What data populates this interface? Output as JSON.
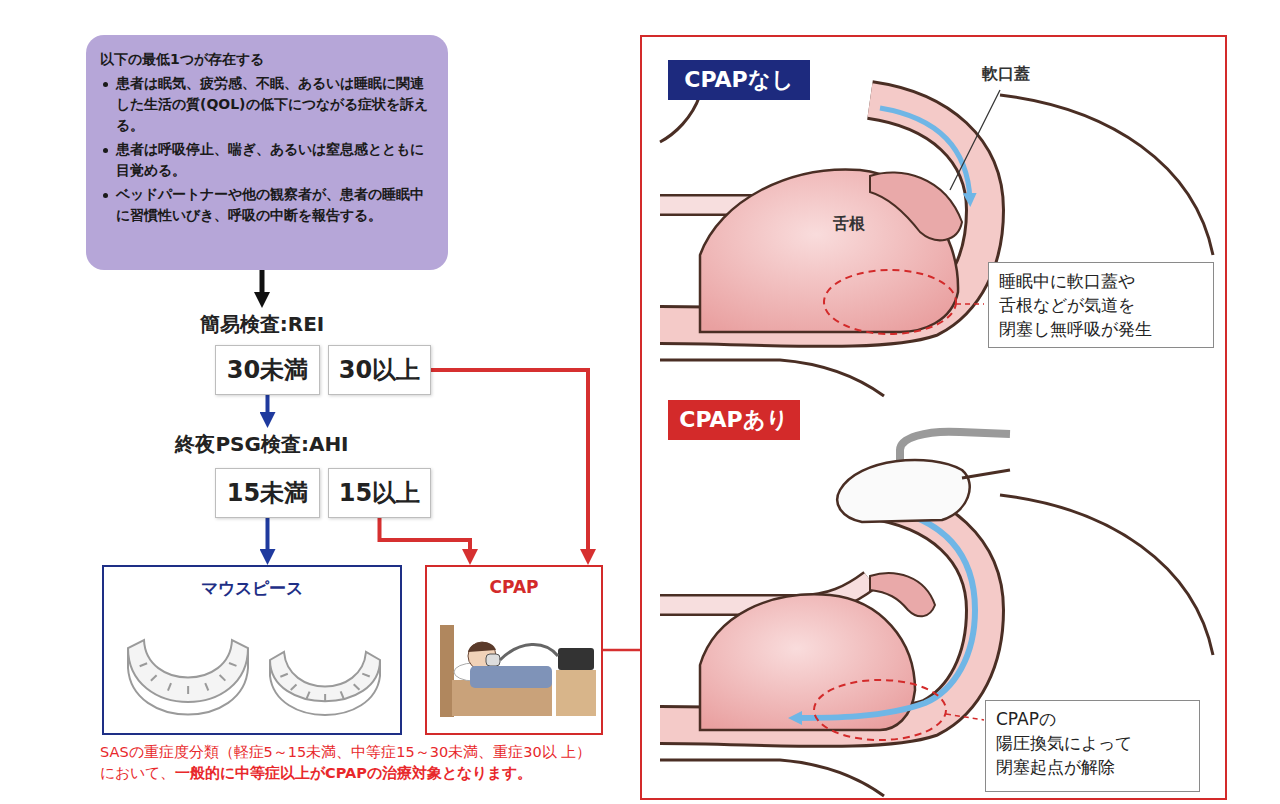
{
  "diagram": {
    "nodes": [
      {
        "text": [
          "以下の最低1つが存在する",
          "患者は眠気、疲労感、不眠、あるいは睡眠に関連 した生活の質(QOL)の低下につながる症状を訴え る。",
          "患者は呼吸停止、喘ぎ、あるいは窒息感とともに 目覚める。",
          "ベッドパートナーや他の観察者が、患者の睡眠中 に習慣性いびき、呼吸の中断を報告する。"
        ]
      },
      {
        "text": [
          "簡易検査:REI"
        ]
      },
      {
        "text": [
          "30未満"
        ]
      },
      {
        "text": [
          "30以上"
        ]
      },
      {
        "text": [
          "終夜PSG検査:AHI"
        ]
      },
      {
        "text": [
          "15未満"
        ]
      },
      {
        "text": [
          "15以上"
        ]
      },
      {
        "text": [
          "マウスピース"
        ]
      },
      {
        "text": [
          "CPAP"
        ]
      },
      {
        "text": []
      },
      {
        "text": [
          "CPAPなし"
        ],
        "in": 9
      },
      {
        "text": [
          "睡眠中に軟口蓋や 舌根などが気道を 閉塞し無呼吸が発生"
        ],
        "in": 9
      },
      {
        "text": [
          "CPAPあり"
        ],
        "in": 9
      },
      {
        "text": [
          "CPAPの 陽圧換気によって 閉塞起点が解除"
        ],
        "in": 9
      }
    ],
    "edges": [
      {
        "from": 0,
        "to": 1,
        "arrow": "to"
      },
      {
        "from": 2,
        "to": 4,
        "arrow": "to"
      },
      {
        "from": 3,
        "to": 8,
        "arrow": "to"
      },
      {
        "from": 5,
        "to": 7,
        "arrow": "to"
      },
      {
        "from": 6,
        "to": 8,
        "arrow": "to"
      },
      {
        "from": 8,
        "to": 9,
        "arrow": "none"
      }
    ],
    "labels": [
      "軟口蓋",
      "舌根",
      "SASの重症度分類（軽症5～15未満、中等症15～30未満、重症30以 上）において、",
      "一般的に中等症以上がCPAPの治療対象となります。"
    ]
  }
}
